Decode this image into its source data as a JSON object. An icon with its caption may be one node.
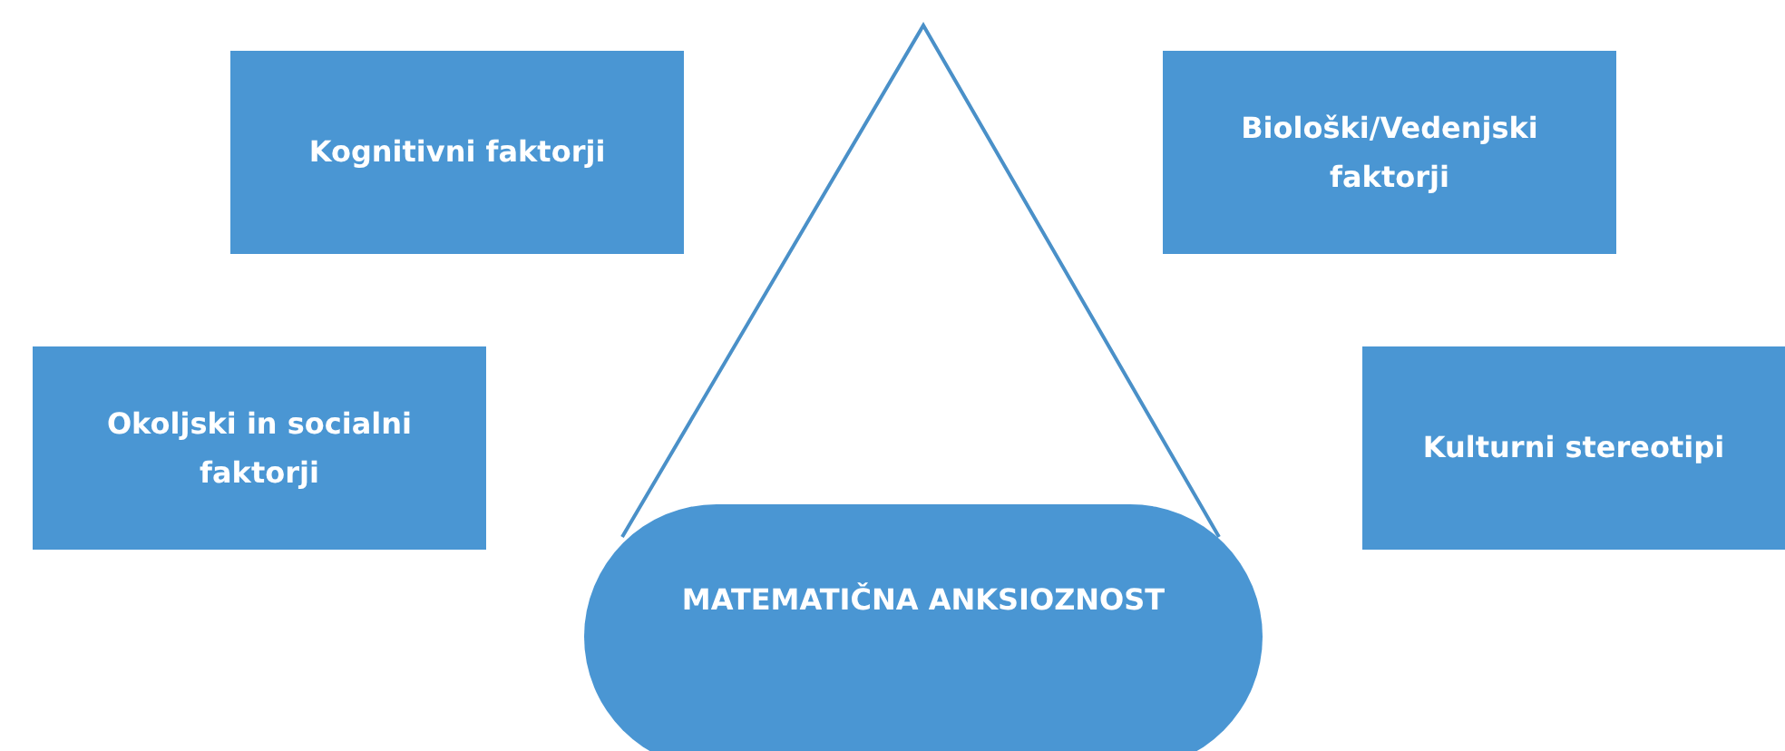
{
  "diagram": {
    "nodes": [
      {
        "text": [
          "Kognitivni faktorji"
        ]
      },
      {
        "text": [
          "Biološki/Vedenjski faktorji"
        ]
      },
      {
        "text": [
          "Okoljski in socialni faktorji"
        ]
      },
      {
        "text": [
          "Kulturni stereotipi"
        ]
      },
      {
        "text": [
          "MATEMATIČNA ANKSIOZNOST"
        ]
      }
    ]
  }
}
